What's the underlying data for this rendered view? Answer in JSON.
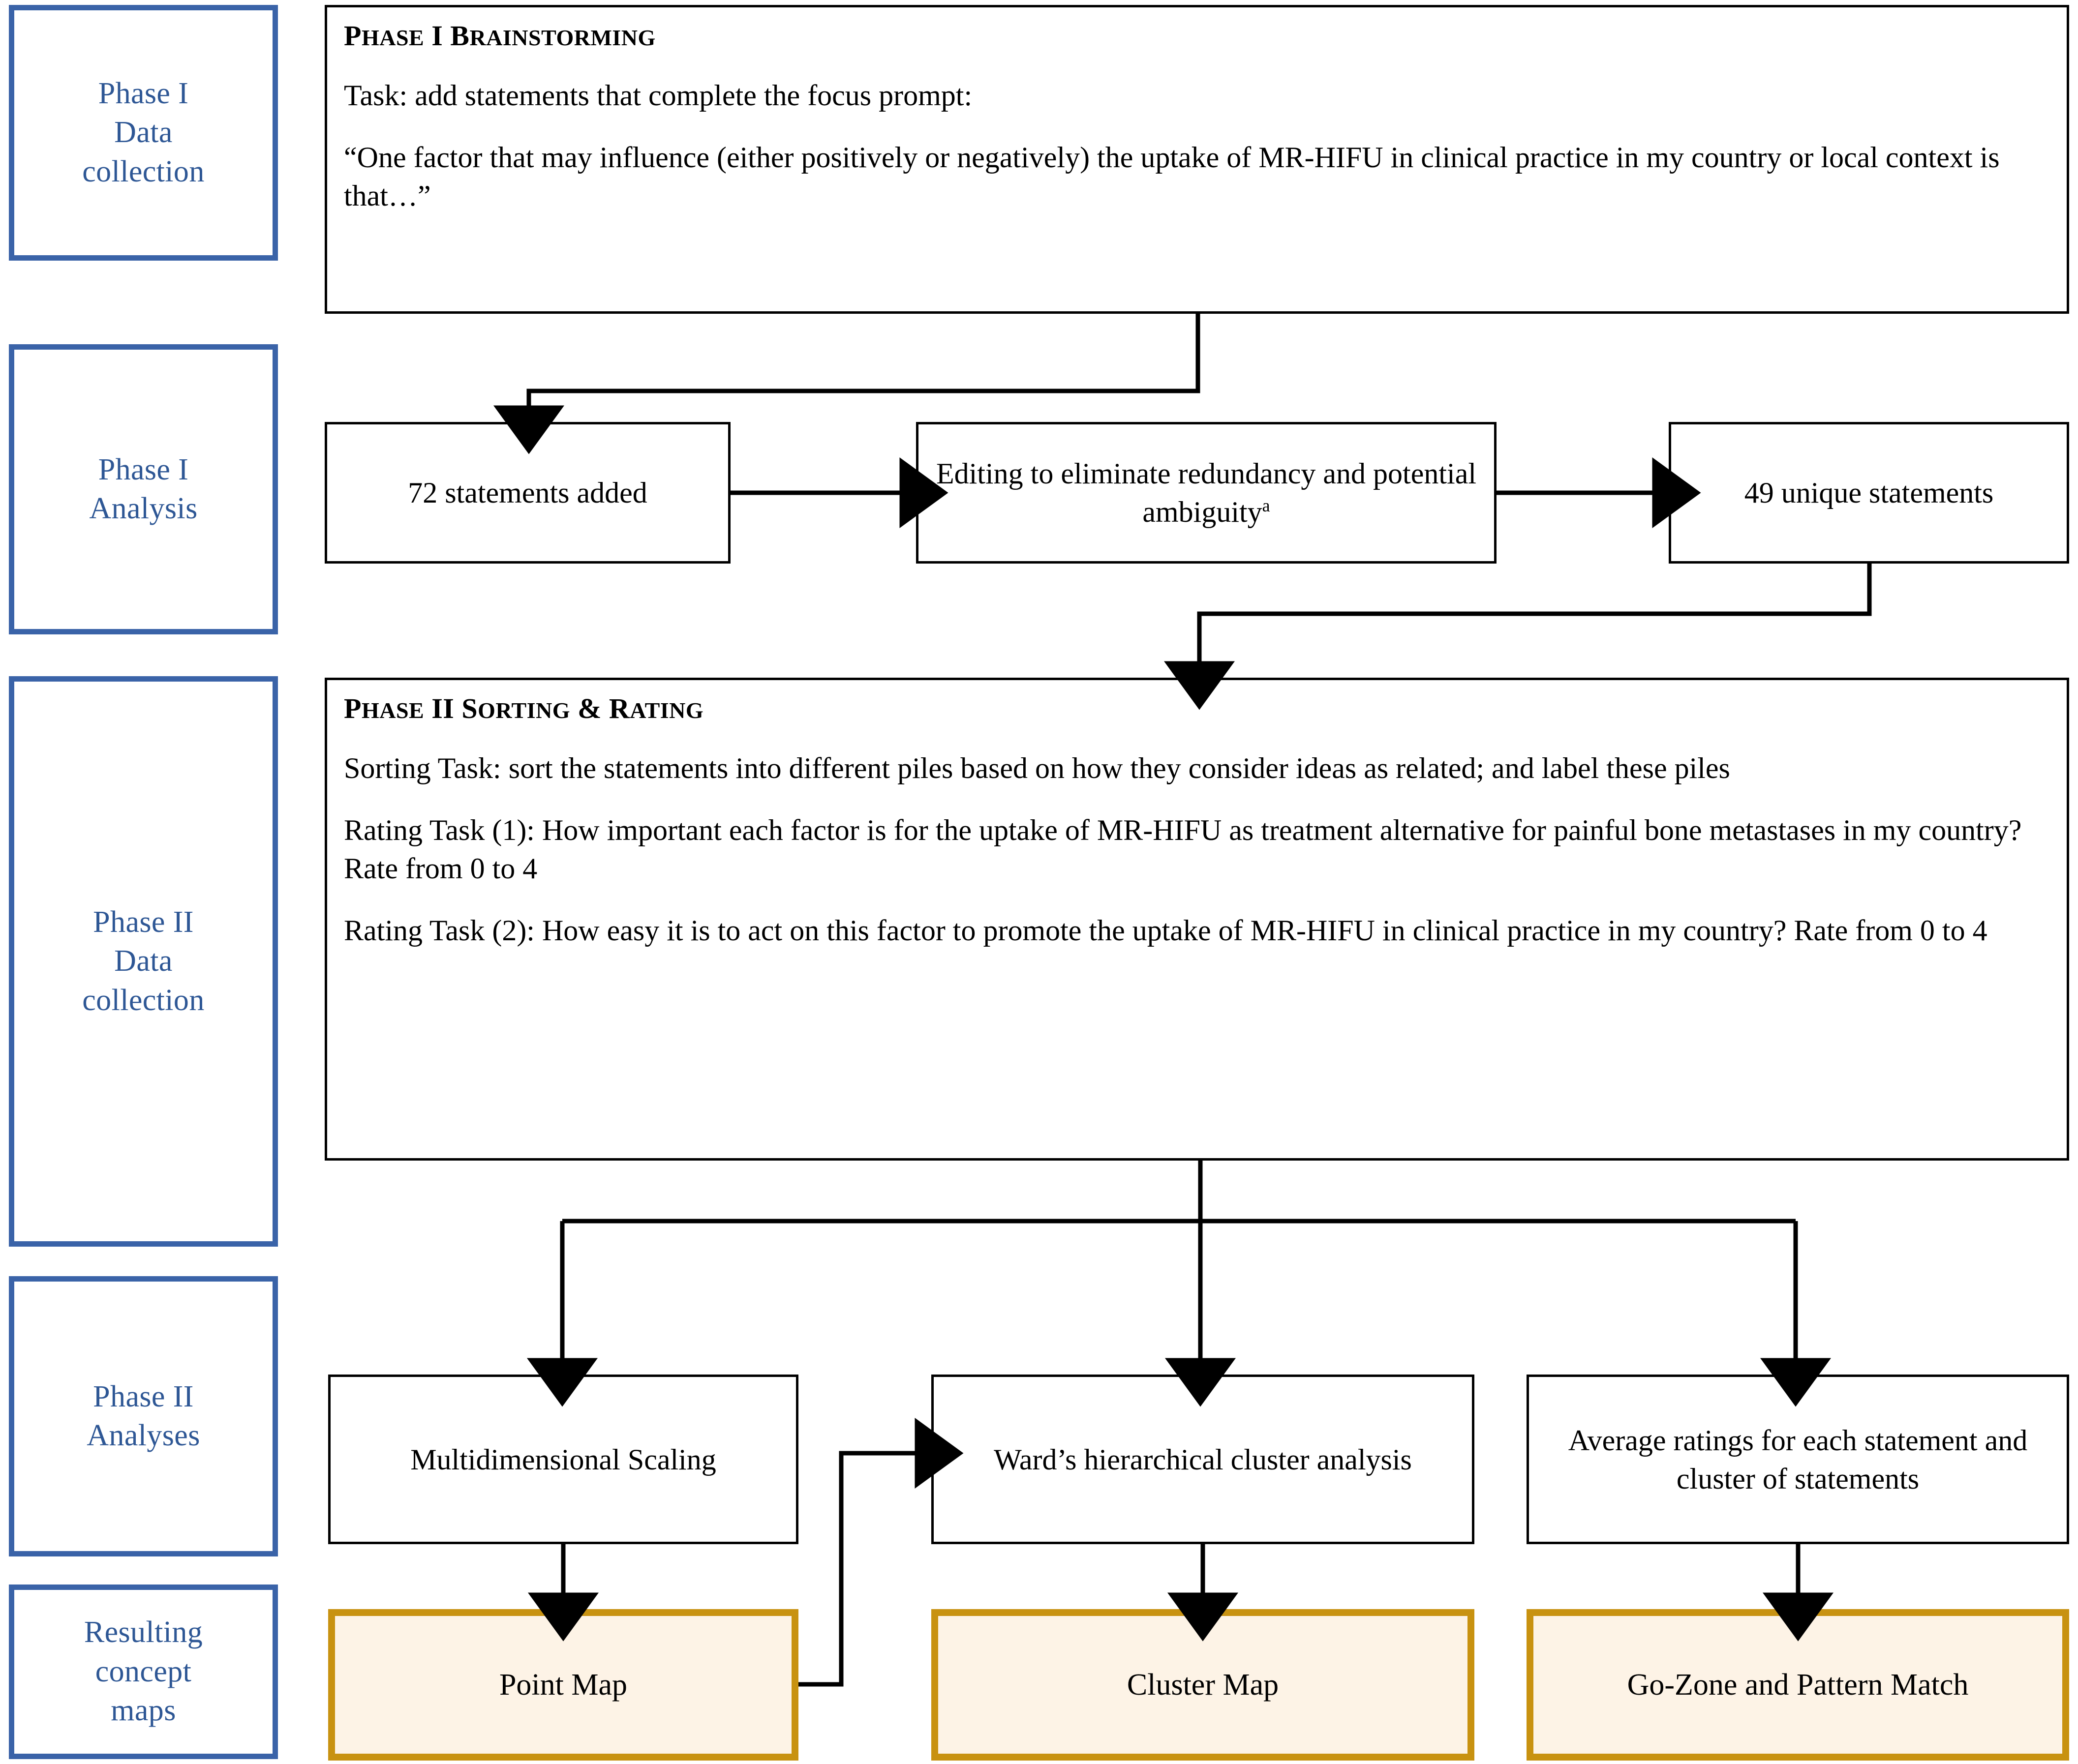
{
  "sidebar": {
    "items": [
      {
        "id": "phase1-data-collection",
        "label": "Phase I\nData\ncollection"
      },
      {
        "id": "phase1-analysis",
        "label": "Phase I\nAnalysis"
      },
      {
        "id": "phase2-data-collection",
        "label": "Phase II\nData\ncollection"
      },
      {
        "id": "phase2-analyses",
        "label": "Phase II\nAnalyses"
      },
      {
        "id": "resulting-concept-maps",
        "label": "Resulting\nconcept\nmaps"
      }
    ]
  },
  "phase1_panel": {
    "header_first": "P",
    "header_rest": "HASE",
    "header_num": " I B",
    "header_tail": "RAINSTORMING",
    "header_plain": "PHASE I BRAINSTORMING",
    "task": "Task: add statements that complete the focus prompt:",
    "prompt": "“One factor that may influence (either positively or negatively) the uptake of MR-HIFU in clinical practice in my country or local context is that…”"
  },
  "phase1_analysis": {
    "statements_added": "72 statements added",
    "editing": "Editing to eliminate redundancy and potential ambiguity",
    "editing_superscript": "a",
    "unique_statements": "49 unique statements"
  },
  "phase2_panel": {
    "header_plain": "PHASE II SORTING & RATING",
    "sorting_task": "Sorting Task: sort the statements into different piles based on how they consider ideas as related; and label these piles",
    "rating_task_1": "Rating Task (1): How important each factor is for the uptake of MR-HIFU as treatment alternative for painful bone metastases in my country? Rate from 0 to 4",
    "rating_task_2": "Rating Task (2): How easy it is to act on this factor to promote the uptake of MR-HIFU in clinical practice in my country? Rate from 0 to 4"
  },
  "phase2_analyses": {
    "mds": "Multidimensional Scaling",
    "ward": "Ward’s hierarchical cluster analysis",
    "averages": "Average ratings for each statement and cluster of statements"
  },
  "results": {
    "point_map": "Point Map",
    "cluster_map": "Cluster Map",
    "go_zone": "Go-Zone and Pattern Match"
  },
  "colors": {
    "sidebar_border": "#3A63A8",
    "sidebar_text": "#2E5795",
    "box_border": "#000000",
    "result_border": "#C89211",
    "result_fill": "#FDF3E6",
    "connector": "#000000"
  }
}
